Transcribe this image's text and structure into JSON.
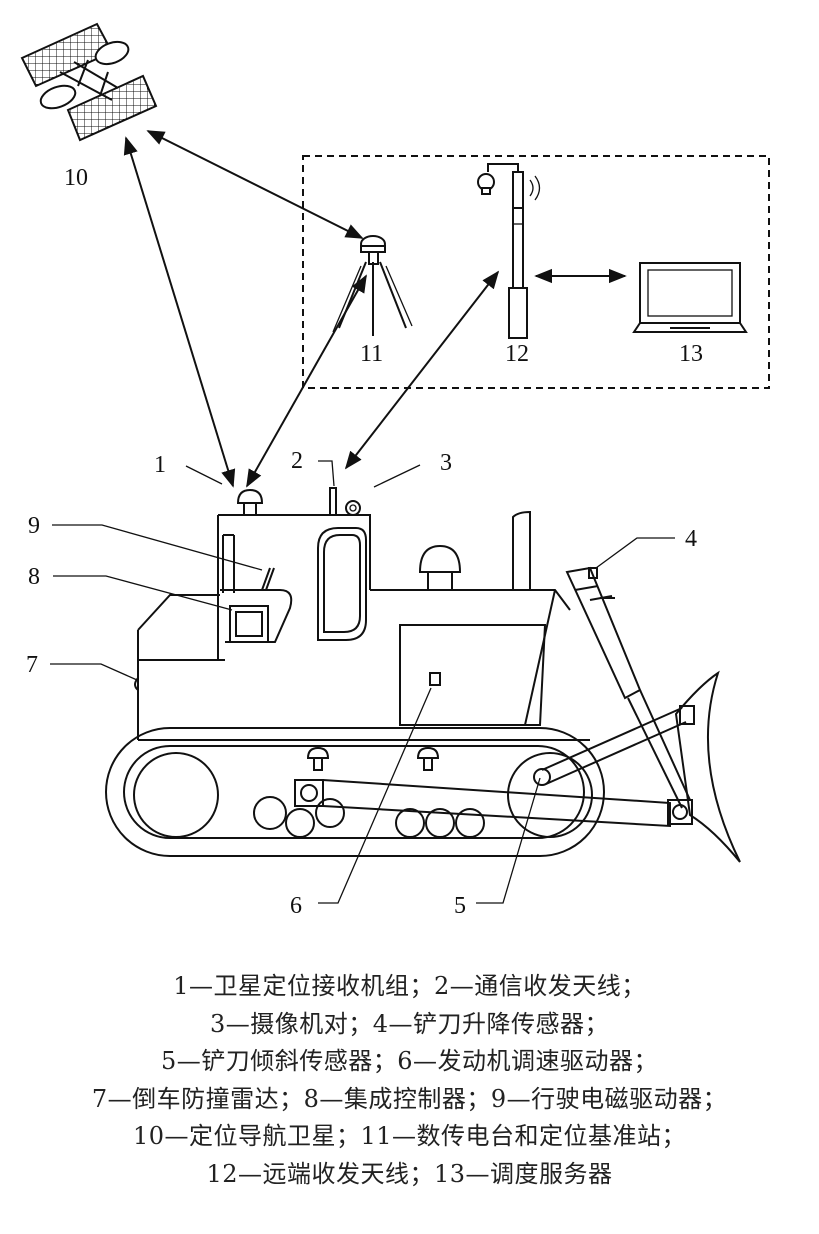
{
  "labels": {
    "n1": "1",
    "n2": "2",
    "n3": "3",
    "n4": "4",
    "n5": "5",
    "n6": "6",
    "n7": "7",
    "n8": "8",
    "n9": "9",
    "n10": "10",
    "n11": "11",
    "n12": "12",
    "n13": "13"
  },
  "legend": [
    "1—卫星定位接收机组；2—通信收发天线；",
    "3—摄像机对；4—铲刀升降传感器；",
    "5—铲刀倾斜传感器；6—发动机调速驱动器；",
    "7—倒车防撞雷达；8—集成控制器；9—行驶电磁驱动器；",
    "10—定位导航卫星；11—数传电台和定位基准站；",
    "12—远端收发天线；13—调度服务器"
  ],
  "colors": {
    "line": "#111111",
    "background": "#ffffff"
  }
}
